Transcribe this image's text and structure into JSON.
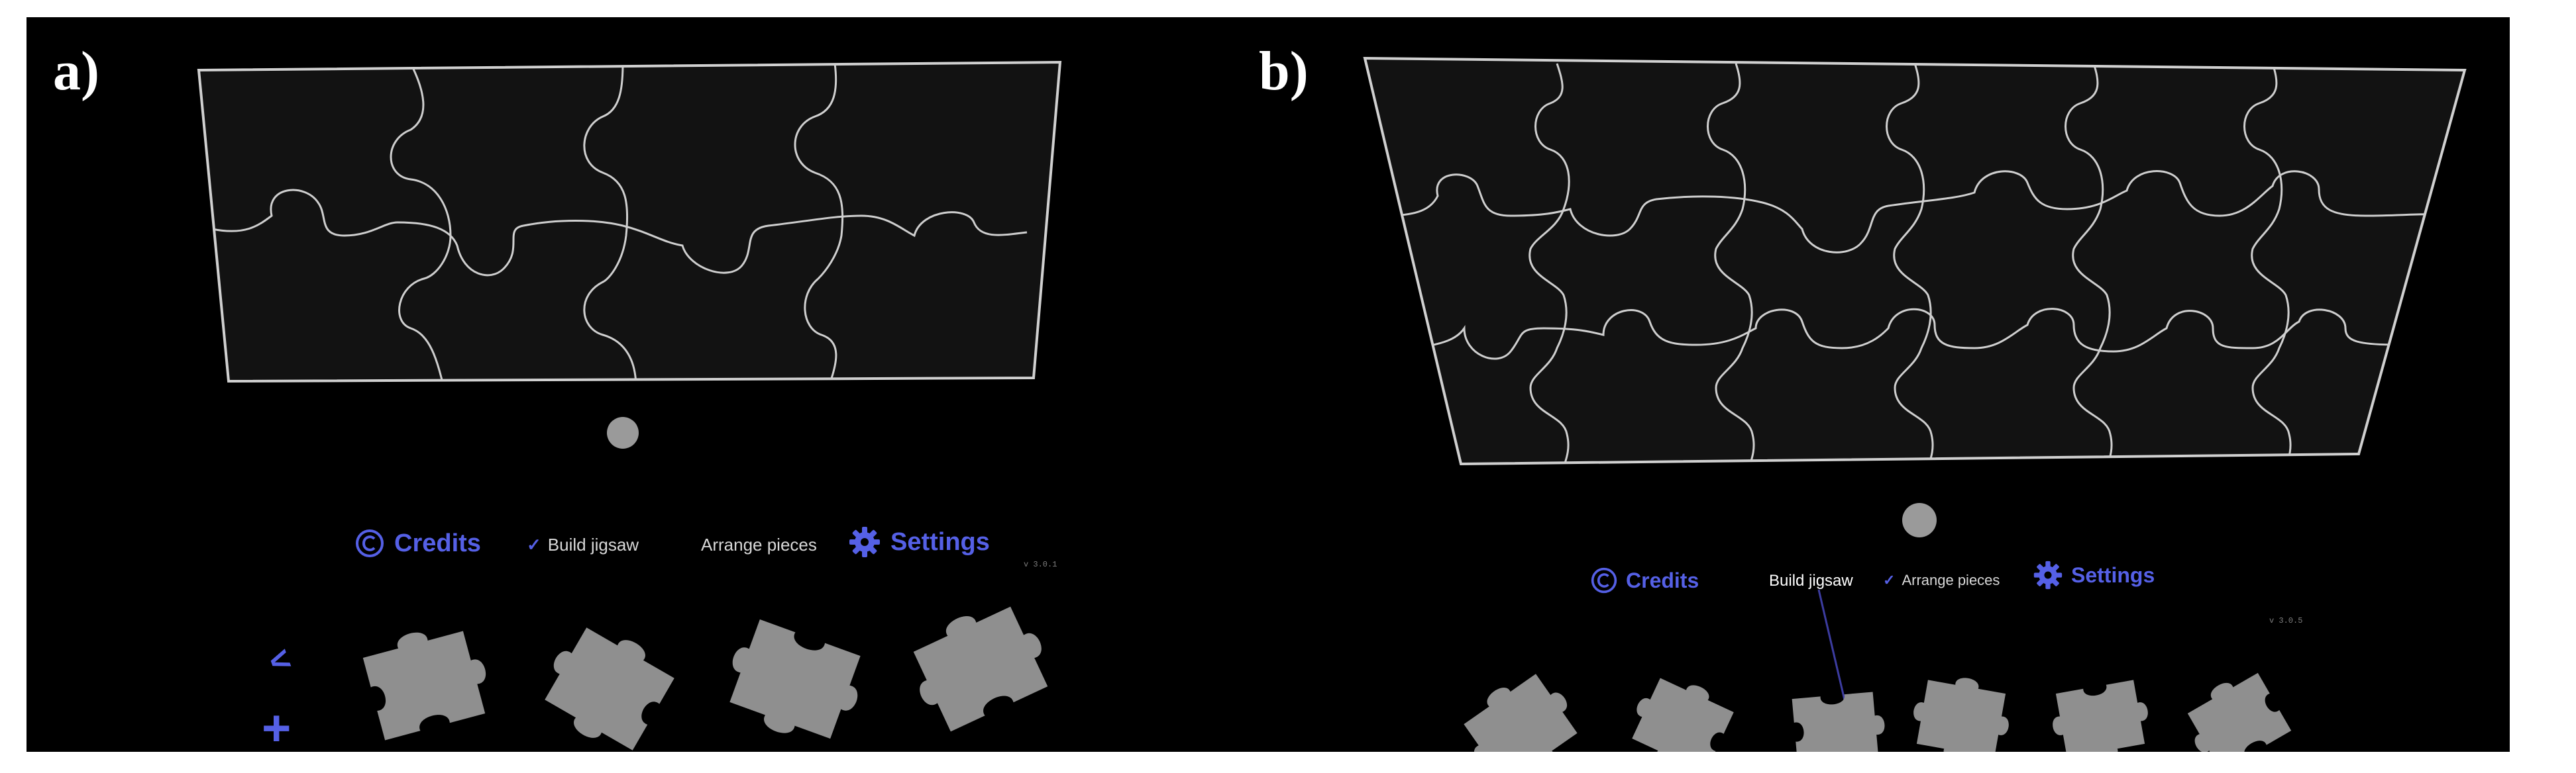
{
  "panels": [
    {
      "label": "a)",
      "menu": {
        "credits": "Credits",
        "build": "Build jigsaw",
        "arrange": "Arrange pieces",
        "settings": "Settings",
        "selected": "build"
      },
      "nav": {
        "prev": "<",
        "add": "+"
      },
      "version": "v 3.0.1",
      "grid": {
        "rows": 2,
        "cols": 4
      },
      "pieces_visible": 4
    },
    {
      "label": "b)",
      "menu": {
        "credits": "Credits",
        "build": "Build jigsaw",
        "arrange": "Arrange pieces",
        "settings": "Settings",
        "selected": "arrange"
      },
      "version": "v 3.0.5",
      "grid": {
        "rows": 3,
        "cols": 6
      },
      "pieces_visible": 6
    }
  ],
  "icons": {
    "credits": "copyright-icon",
    "settings": "gear-icon",
    "check": "check-icon",
    "handle": "cursor-dot-icon"
  },
  "colors": {
    "background": "#000000",
    "accent": "#5560e6",
    "piece": "#8f8f8f",
    "board_line": "#cfcfcf",
    "board_fill": "#121212"
  }
}
